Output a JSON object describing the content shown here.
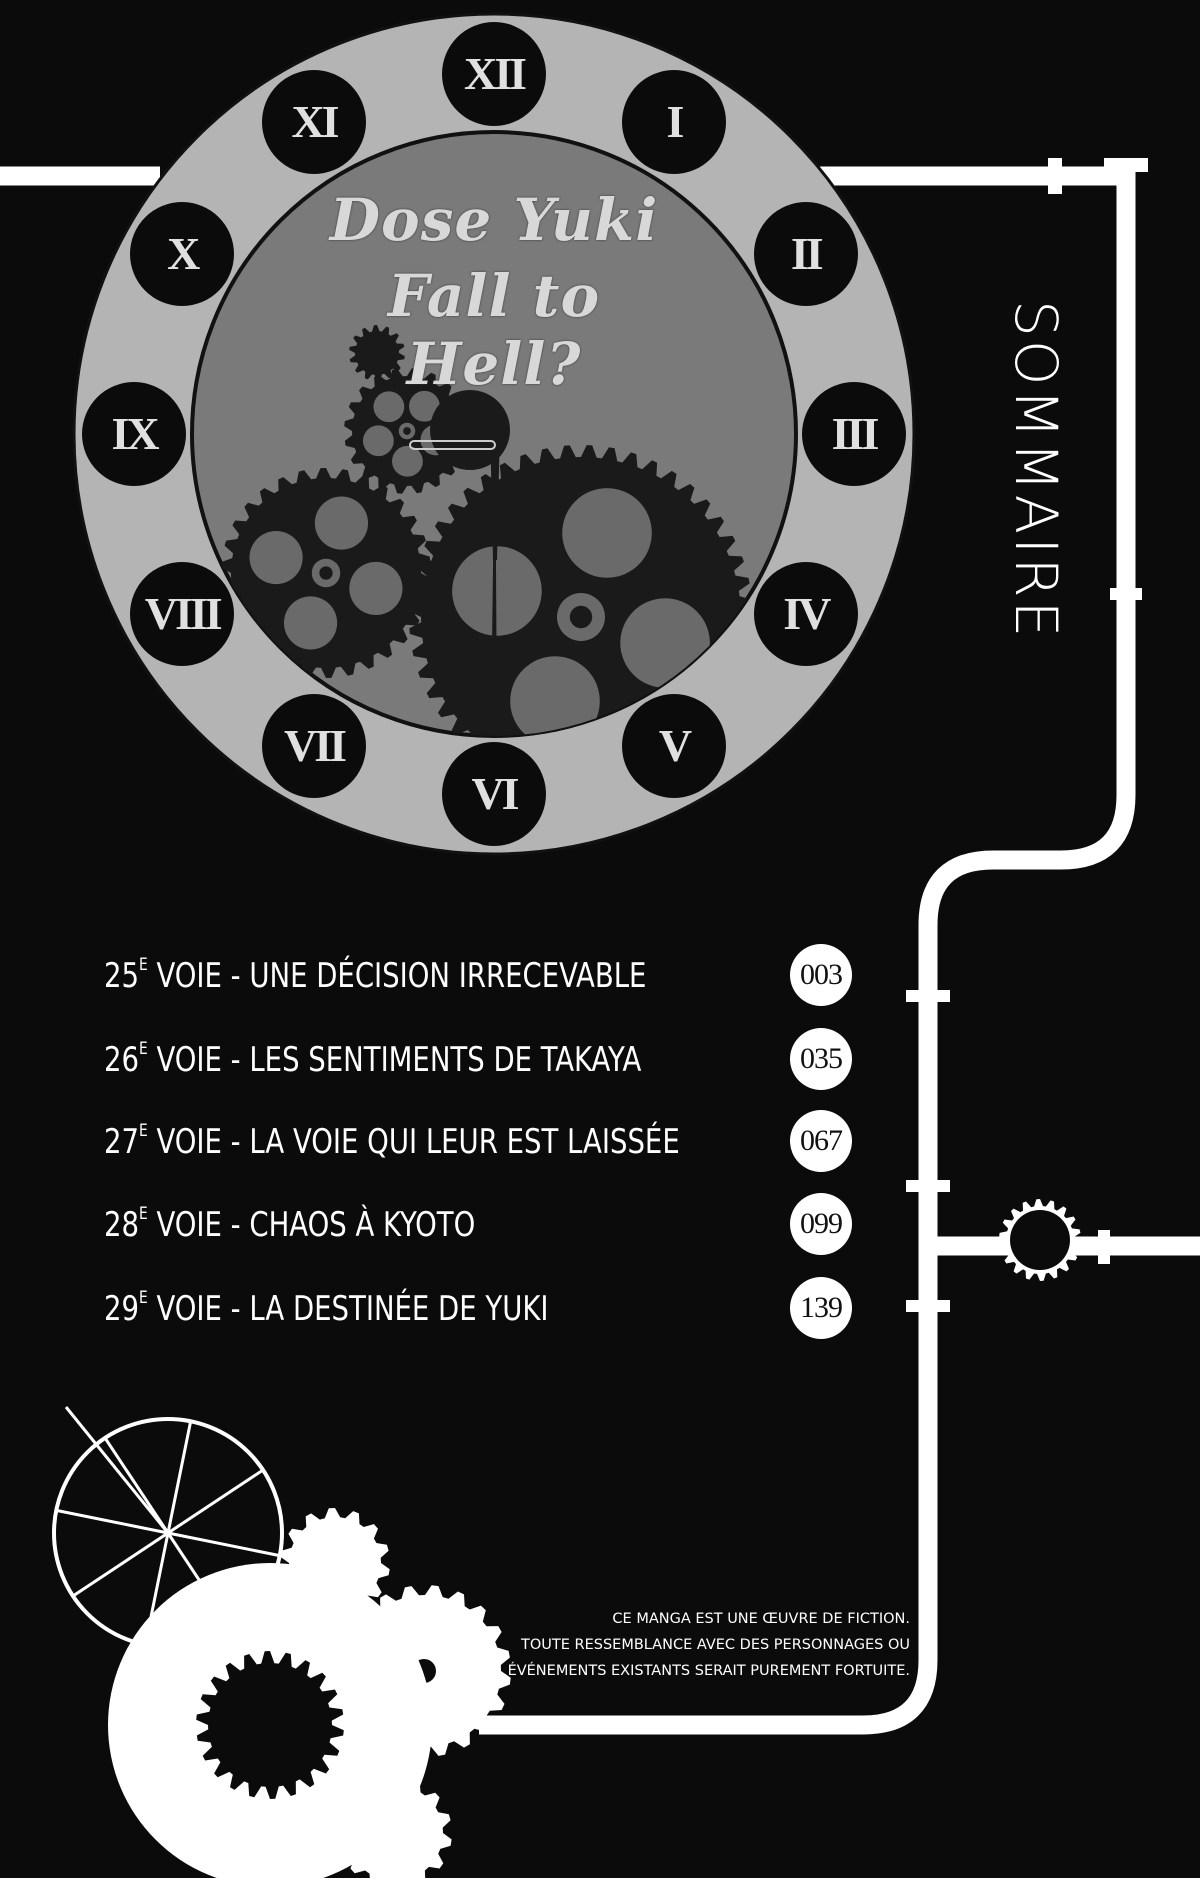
{
  "book_title": {
    "line1": "Dose Yuki",
    "line2": "Fall to Hell?"
  },
  "clock_numerals": [
    "XII",
    "I",
    "II",
    "III",
    "IV",
    "V",
    "VI",
    "VII",
    "VIII",
    "IX",
    "X",
    "XI"
  ],
  "heading": "SOMMAIRE",
  "toc": [
    {
      "number": "25",
      "sup": "E",
      "label": " VOIE - UNE DÉCISION IRRECEVABLE",
      "page": "003"
    },
    {
      "number": "26",
      "sup": "E",
      "label": " VOIE - LES SENTIMENTS DE TAKAYA",
      "page": "035"
    },
    {
      "number": "27",
      "sup": "E",
      "label": " VOIE - LA VOIE QUI LEUR EST LAISSÉE",
      "page": "067"
    },
    {
      "number": "28",
      "sup": "E",
      "label": " VOIE - CHAOS À KYOTO",
      "page": "099"
    },
    {
      "number": "29",
      "sup": "E",
      "label": " VOIE - LA DESTINÉE DE YUKI",
      "page": "139"
    }
  ],
  "disclaimer": {
    "line1": "CE MANGA EST UNE ŒUVRE DE FICTION.",
    "line2": "TOUTE RESSEMBLANCE AVEC DES PERSONNAGES OU",
    "line3": "ÉVÉNEMENTS EXISTANTS SERAIT PUREMENT FORTUITE."
  },
  "colors": {
    "background": "#0b0b0b",
    "clock_ring": "#b4b4b4",
    "clock_dial": "#7a7a7a",
    "gear_dark": "#1a1a1a",
    "pipe": "#ffffff"
  }
}
